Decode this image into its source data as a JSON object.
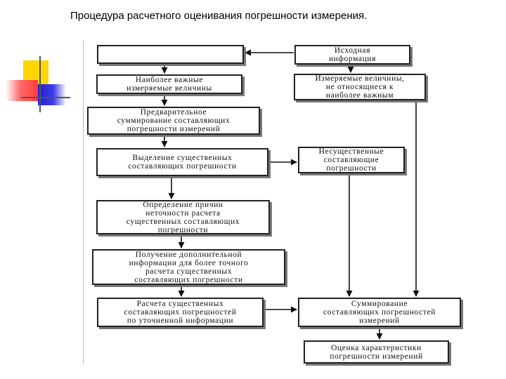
{
  "title": "Процедура расчетного оценивания погрешности измерения.",
  "decoration": {
    "yellow": "#ffd700",
    "red": "#ff3b3b",
    "blue": "#1f1fd6",
    "line": "#555555"
  },
  "diagram": {
    "top_empty": "",
    "source_info": "Исходная\nинформация",
    "important": "Наиболее важные\nизмеряемые величины",
    "not_important": "Измеряемые величины,\nне относящиеся к\nнаиболее важным",
    "preliminary": "Предварительное\nсуммирование составляющих\nпогрешности измерений",
    "essential": "Выделение существенных\nсоставляющих погрешности",
    "nonessential": "Несущественные\nсоставляющие\nпогрешности",
    "causes": "Определение причин\nнеточности расчета\nсущественных составляющих\nпогрешности",
    "additional": "Получение дополнительной\nинформации для более точного\nрасчета существенных\nсоставляющих погрешности",
    "calc_refined": "Расчета существенных\nсоставляющих погрешностей\nпо уточненной информации",
    "summation": "Суммирование\nсоставляющих погрешностей\nизмерений",
    "estimate": "Оценка характеристики\nпогрешности измерений"
  }
}
